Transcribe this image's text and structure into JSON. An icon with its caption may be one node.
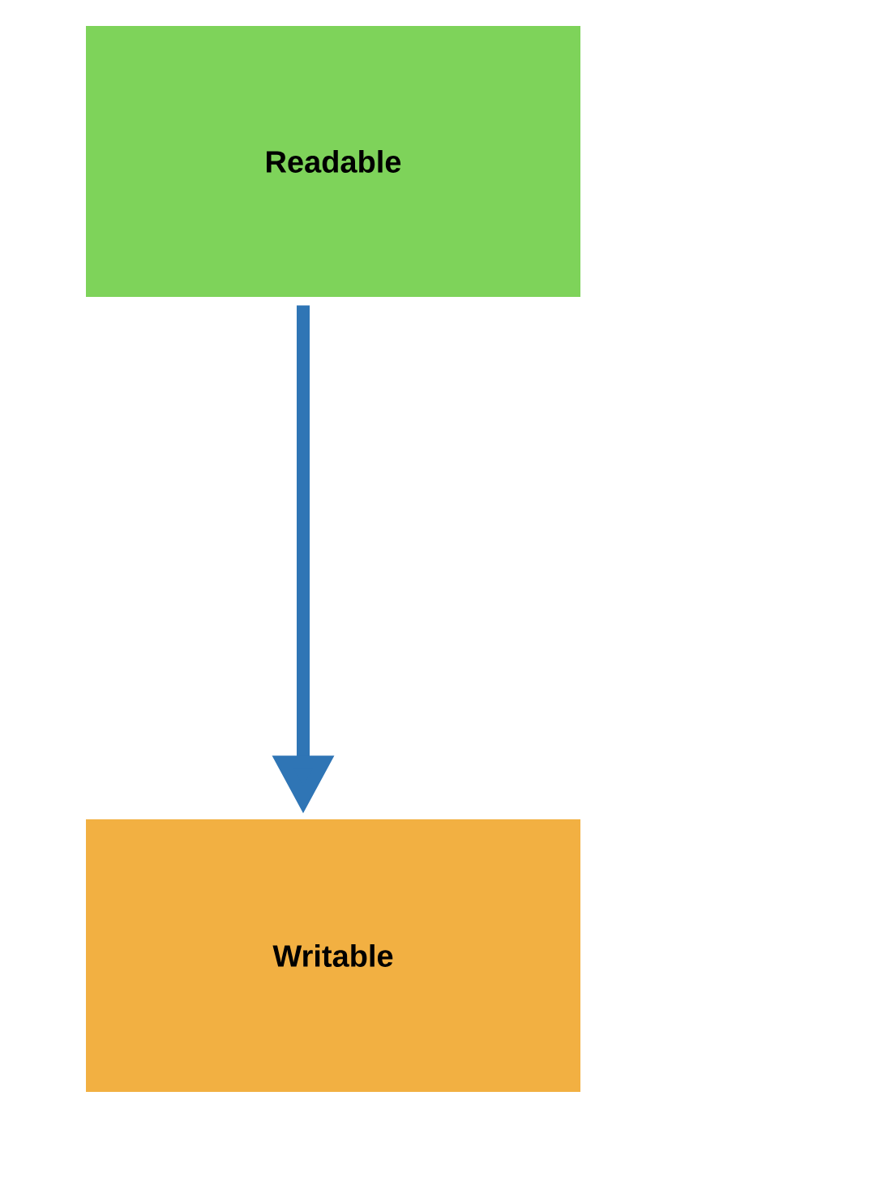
{
  "diagram": {
    "nodes": [
      {
        "text": [
          "Readable"
        ]
      },
      {
        "text": [
          "Writable"
        ]
      }
    ],
    "edges": [
      {
        "from": 0,
        "to": 1,
        "arrow": "to"
      }
    ]
  }
}
